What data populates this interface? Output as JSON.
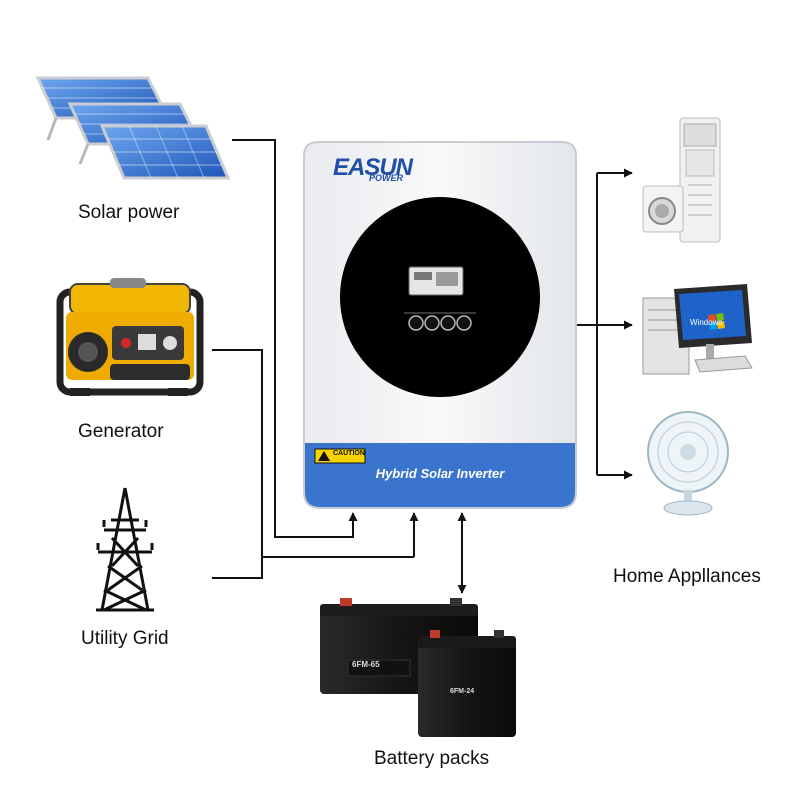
{
  "sources": {
    "solar": "Solar power",
    "generator": "Generator",
    "grid": "Utility Grid"
  },
  "inverter": {
    "brand_main": "EASUN",
    "brand_sub": "POWER",
    "caution": "CAUTION",
    "name": "Hybrid Solar Inverter",
    "battery_label_1": "6FM-65",
    "battery_label_2": "6FM-24"
  },
  "outputs": {
    "appliances": "Home Appllances",
    "pc_os": "Windows"
  },
  "storage": {
    "battery": "Battery packs"
  },
  "colors": {
    "inverter_blue": "#3b74cc",
    "line": "#111111",
    "panel_blue": "#1f5fc4",
    "generator_yellow": "#f2b705"
  }
}
